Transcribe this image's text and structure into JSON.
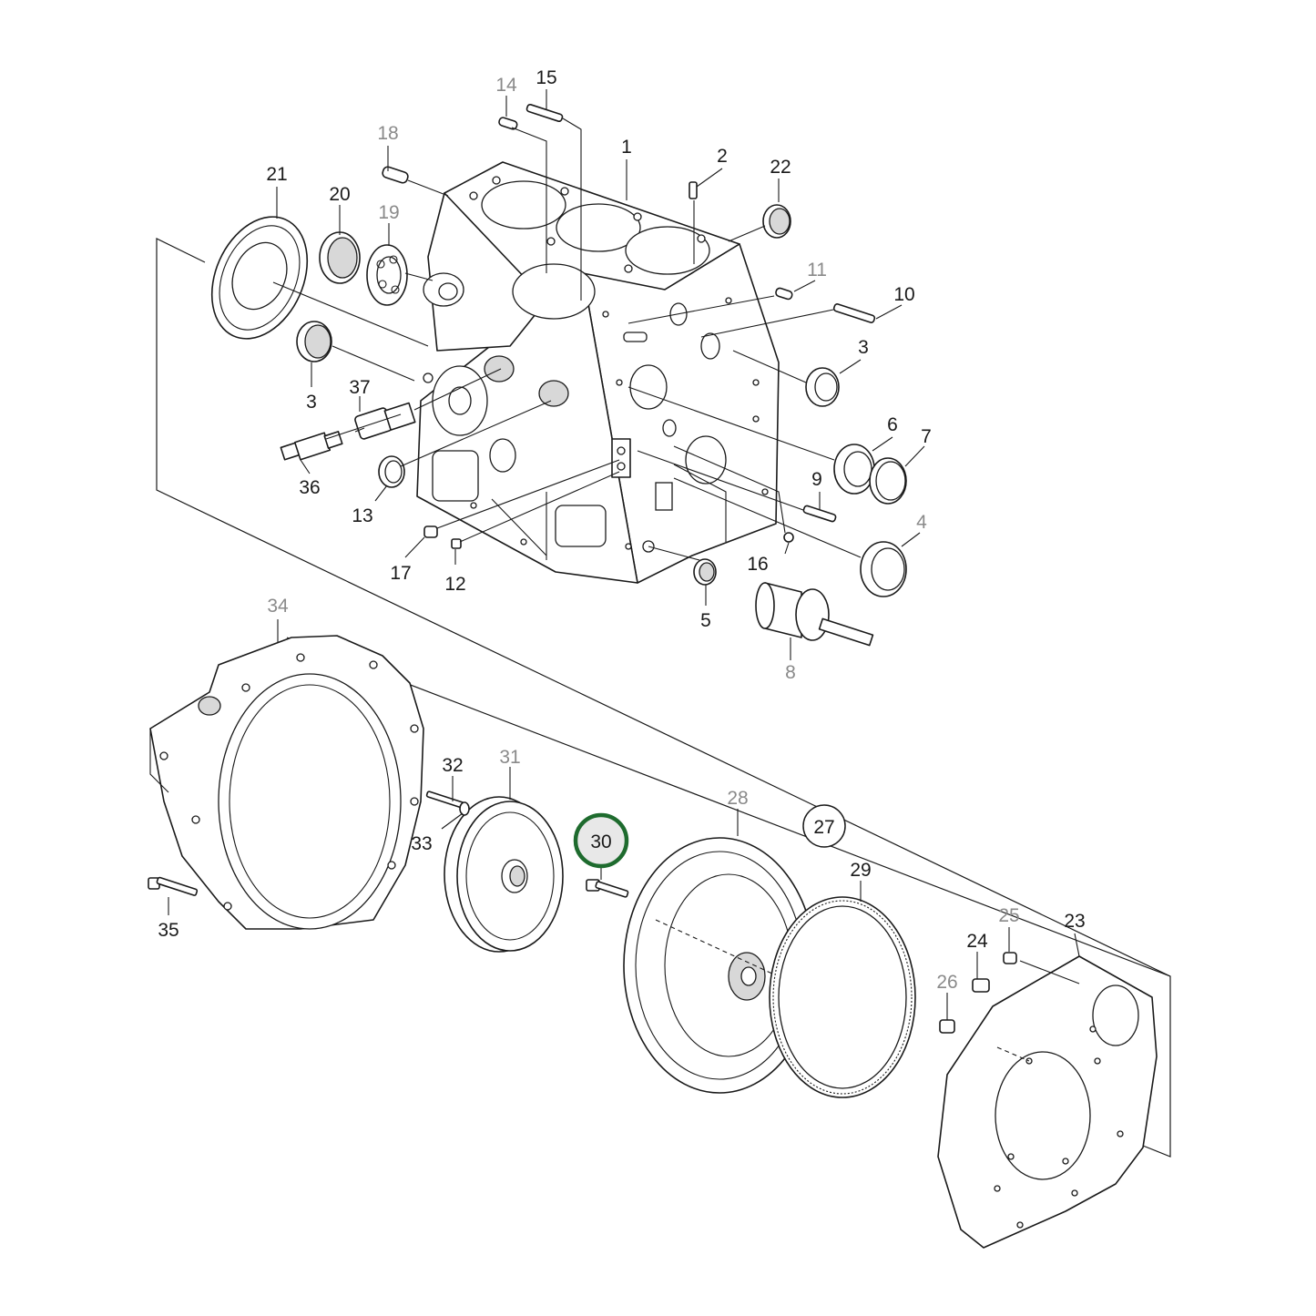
{
  "highlight": {
    "color": "#1e6b2e",
    "fill": "#e8e8e8",
    "part": "30"
  },
  "callouts": [
    {
      "id": "1",
      "tone": "dark"
    },
    {
      "id": "2",
      "tone": "dark"
    },
    {
      "id": "3",
      "tone": "dark"
    },
    {
      "id": "3",
      "tone": "dark"
    },
    {
      "id": "4",
      "tone": "grey"
    },
    {
      "id": "5",
      "tone": "dark"
    },
    {
      "id": "6",
      "tone": "dark"
    },
    {
      "id": "7",
      "tone": "dark"
    },
    {
      "id": "8",
      "tone": "grey"
    },
    {
      "id": "9",
      "tone": "dark"
    },
    {
      "id": "10",
      "tone": "dark"
    },
    {
      "id": "11",
      "tone": "grey"
    },
    {
      "id": "12",
      "tone": "dark"
    },
    {
      "id": "13",
      "tone": "dark"
    },
    {
      "id": "14",
      "tone": "grey"
    },
    {
      "id": "15",
      "tone": "dark"
    },
    {
      "id": "16",
      "tone": "dark"
    },
    {
      "id": "17",
      "tone": "dark"
    },
    {
      "id": "18",
      "tone": "grey"
    },
    {
      "id": "19",
      "tone": "grey"
    },
    {
      "id": "20",
      "tone": "dark"
    },
    {
      "id": "21",
      "tone": "dark"
    },
    {
      "id": "22",
      "tone": "dark"
    },
    {
      "id": "23",
      "tone": "dark"
    },
    {
      "id": "24",
      "tone": "dark"
    },
    {
      "id": "25",
      "tone": "grey"
    },
    {
      "id": "26",
      "tone": "grey"
    },
    {
      "id": "27",
      "tone": "dark"
    },
    {
      "id": "28",
      "tone": "grey"
    },
    {
      "id": "29",
      "tone": "dark"
    },
    {
      "id": "30",
      "tone": "dark"
    },
    {
      "id": "31",
      "tone": "grey"
    },
    {
      "id": "32",
      "tone": "dark"
    },
    {
      "id": "33",
      "tone": "dark"
    },
    {
      "id": "34",
      "tone": "grey"
    },
    {
      "id": "35",
      "tone": "dark"
    },
    {
      "id": "36",
      "tone": "dark"
    },
    {
      "id": "37",
      "tone": "dark"
    }
  ]
}
